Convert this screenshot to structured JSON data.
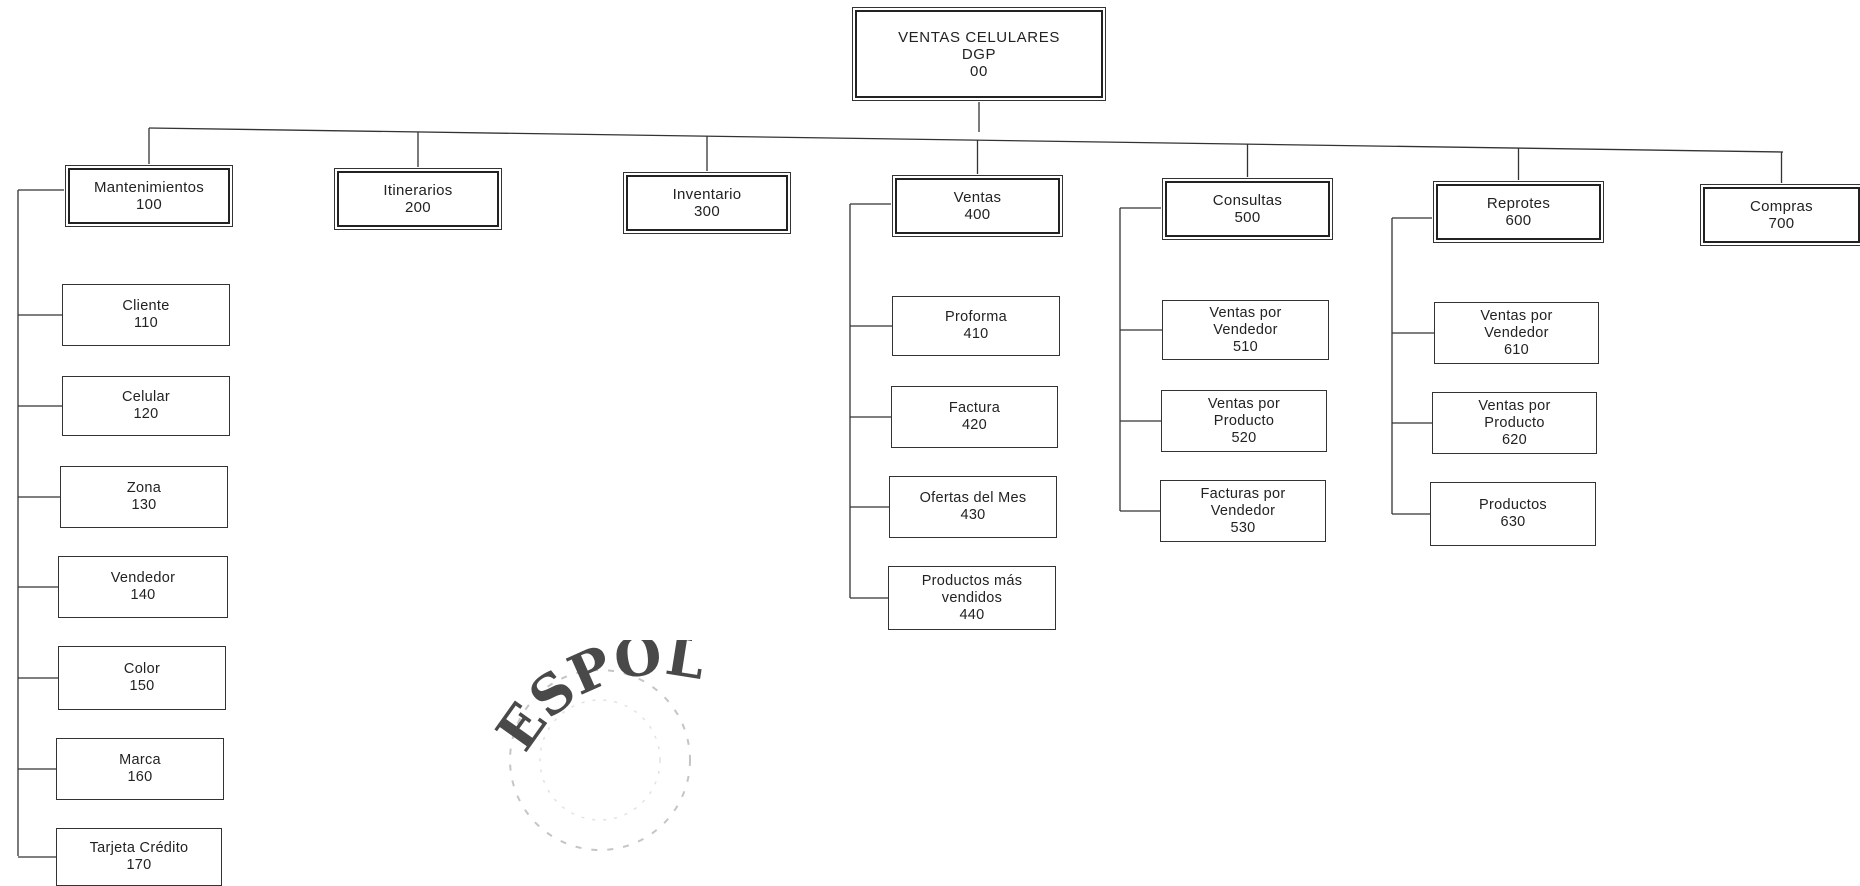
{
  "root": {
    "id": "root",
    "lines": [
      "VENTAS CELULARES",
      "DGP",
      "00"
    ]
  },
  "level1": [
    {
      "id": "n100",
      "name": "Mantenimientos",
      "code": "100"
    },
    {
      "id": "n200",
      "name": "Itinerarios",
      "code": "200"
    },
    {
      "id": "n300",
      "name": "Inventario",
      "code": "300"
    },
    {
      "id": "n400",
      "name": "Ventas",
      "code": "400"
    },
    {
      "id": "n500",
      "name": "Consultas",
      "code": "500"
    },
    {
      "id": "n600",
      "name": "Reprotes",
      "code": "600"
    },
    {
      "id": "n700",
      "name": "Compras",
      "code": "700"
    }
  ],
  "children": {
    "n100": [
      {
        "id": "n110",
        "lines": [
          "Cliente",
          "110"
        ]
      },
      {
        "id": "n120",
        "lines": [
          "Celular",
          "120"
        ]
      },
      {
        "id": "n130",
        "lines": [
          "Zona",
          "130"
        ]
      },
      {
        "id": "n140",
        "lines": [
          "Vendedor",
          "140"
        ]
      },
      {
        "id": "n150",
        "lines": [
          "Color",
          "150"
        ]
      },
      {
        "id": "n160",
        "lines": [
          "Marca",
          "160"
        ]
      },
      {
        "id": "n170",
        "lines": [
          "Tarjeta Crédito",
          "170"
        ]
      }
    ],
    "n400": [
      {
        "id": "n410",
        "lines": [
          "Proforma",
          "410"
        ]
      },
      {
        "id": "n420",
        "lines": [
          "Factura",
          "420"
        ]
      },
      {
        "id": "n430",
        "lines": [
          "Ofertas del Mes",
          "430"
        ]
      },
      {
        "id": "n440",
        "lines": [
          "Productos más",
          "vendidos",
          "440"
        ]
      }
    ],
    "n500": [
      {
        "id": "n510",
        "lines": [
          "Ventas por",
          "Vendedor",
          "510"
        ]
      },
      {
        "id": "n520",
        "lines": [
          "Ventas por",
          "Producto",
          "520"
        ]
      },
      {
        "id": "n530",
        "lines": [
          "Facturas por",
          "Vendedor",
          "530"
        ]
      }
    ],
    "n600": [
      {
        "id": "n610",
        "lines": [
          "Ventas por",
          "Vendedor",
          "610"
        ]
      },
      {
        "id": "n620",
        "lines": [
          "Ventas por",
          "Producto",
          "620"
        ]
      },
      {
        "id": "n630",
        "lines": [
          "Productos",
          "630"
        ]
      }
    ]
  },
  "stamp": {
    "text": "ESPOL",
    "text_colour": "#2a2a2a"
  }
}
